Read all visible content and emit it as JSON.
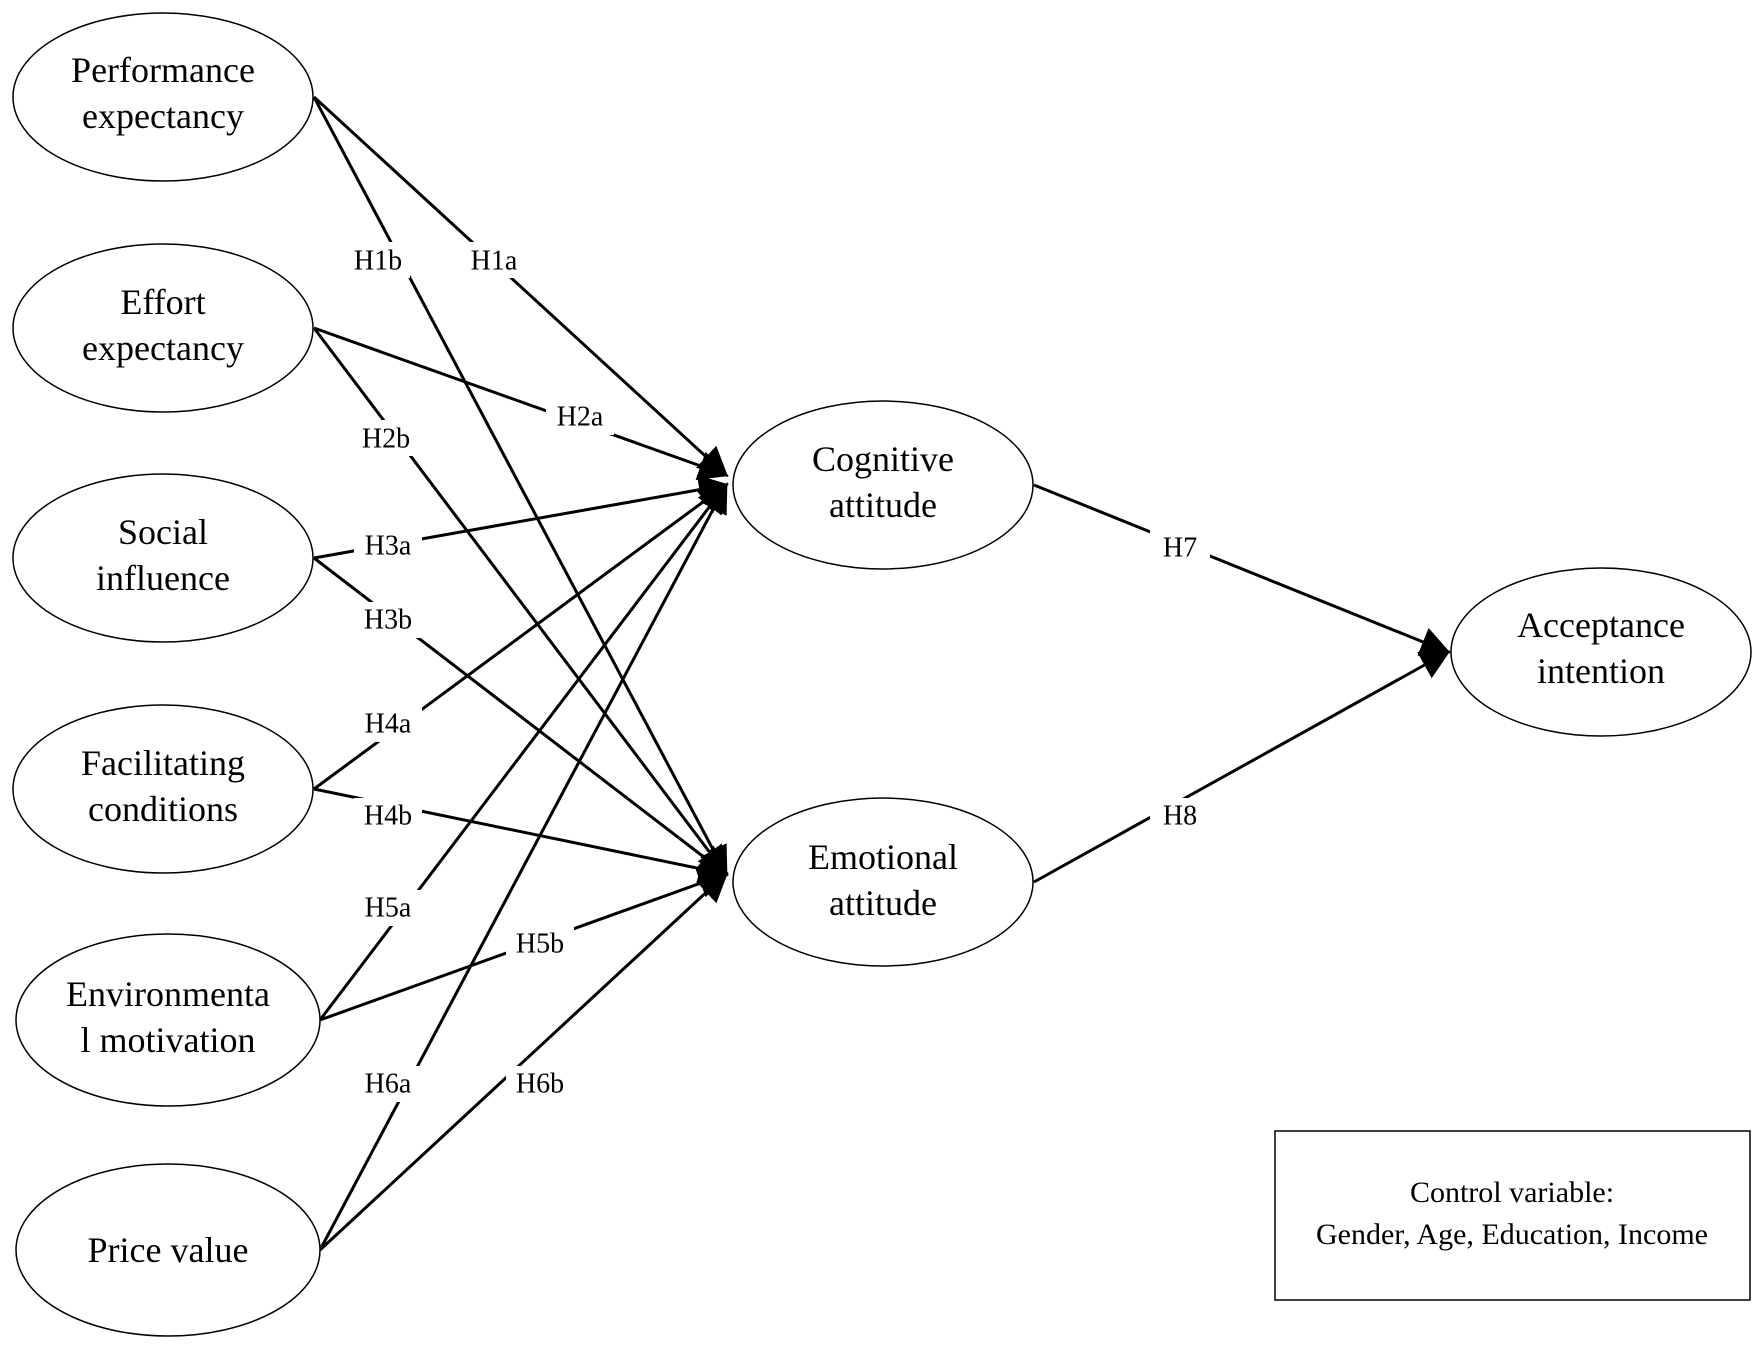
{
  "constructs": {
    "performance_expectancy": {
      "line1": "Performance",
      "line2": "expectancy"
    },
    "effort_expectancy": {
      "line1": "Effort",
      "line2": "expectancy"
    },
    "social_influence": {
      "line1": "Social",
      "line2": "influence"
    },
    "facilitating_conditions": {
      "line1": "Facilitating",
      "line2": "conditions"
    },
    "environmental_motivation": {
      "line1": "Environmenta",
      "line2": "l motivation"
    },
    "price_value": {
      "line1": "Price value"
    },
    "cognitive_attitude": {
      "line1": "Cognitive",
      "line2": "attitude"
    },
    "emotional_attitude": {
      "line1": "Emotional",
      "line2": "attitude"
    },
    "acceptance_intention": {
      "line1": "Acceptance",
      "line2": "intention"
    }
  },
  "hypotheses": {
    "h1a": "H1a",
    "h1b": "H1b",
    "h2a": "H2a",
    "h2b": "H2b",
    "h3a": "H3a",
    "h3b": "H3b",
    "h4a": "H4a",
    "h4b": "H4b",
    "h5a": "H5a",
    "h5b": "H5b",
    "h6a": "H6a",
    "h6b": "H6b",
    "h7": "H7",
    "h8": "H8"
  },
  "control_box": {
    "title": "Control variable:",
    "variables": "Gender, Age, Education, Income"
  }
}
